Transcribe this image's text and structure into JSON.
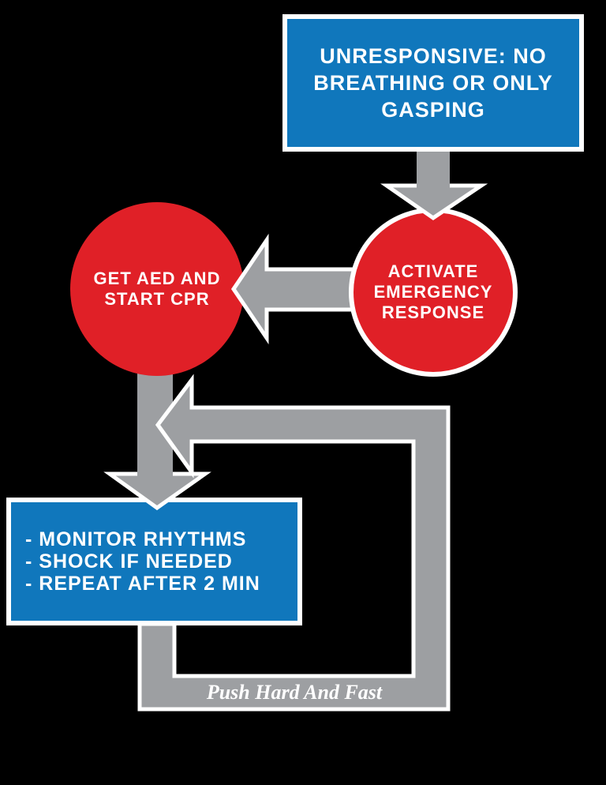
{
  "title": "CPR AED flowchart",
  "colors": {
    "background": "#000000",
    "box_blue": "#1077bc",
    "circle_red": "#e02027",
    "arrow_gray": "#9d9fa2",
    "outline_white": "#ffffff",
    "text_white": "#ffffff"
  },
  "nodes": {
    "unresponsive": {
      "text": "UNRESPONSIVE: NO BREATHING OR ONLY GASPING",
      "lines": [
        "UNRESPONSIVE: NO",
        "BREATHING OR ONLY",
        "GASPING"
      ]
    },
    "activate": {
      "text": "ACTIVATE EMERGENCY RESPONSE",
      "lines": [
        "ACTIVATE",
        "EMERGENCY",
        "RESPONSE"
      ]
    },
    "get_aed": {
      "text": "GET AED AND START CPR",
      "lines": [
        "GET AED AND",
        "START CPR"
      ]
    },
    "monitor": {
      "text": "- MONITOR RHYTHMS - SHOCK IF NEEDED - REPEAT AFTER 2 MIN",
      "lines": [
        "- MONITOR RHYTHMS",
        "- SHOCK IF NEEDED",
        "- REPEAT AFTER 2 MIN"
      ]
    },
    "loop_label": {
      "text": "Push Hard And Fast"
    }
  },
  "edges": [
    {
      "from": "unresponsive",
      "to": "activate",
      "type": "down-arrow"
    },
    {
      "from": "activate",
      "to": "get_aed",
      "type": "left-arrow"
    },
    {
      "from": "get_aed",
      "to": "monitor",
      "type": "down-arrow"
    },
    {
      "from": "monitor",
      "to": "get_aed-down-arrow",
      "type": "repeat-loop",
      "label": "Push Hard And Fast"
    }
  ]
}
